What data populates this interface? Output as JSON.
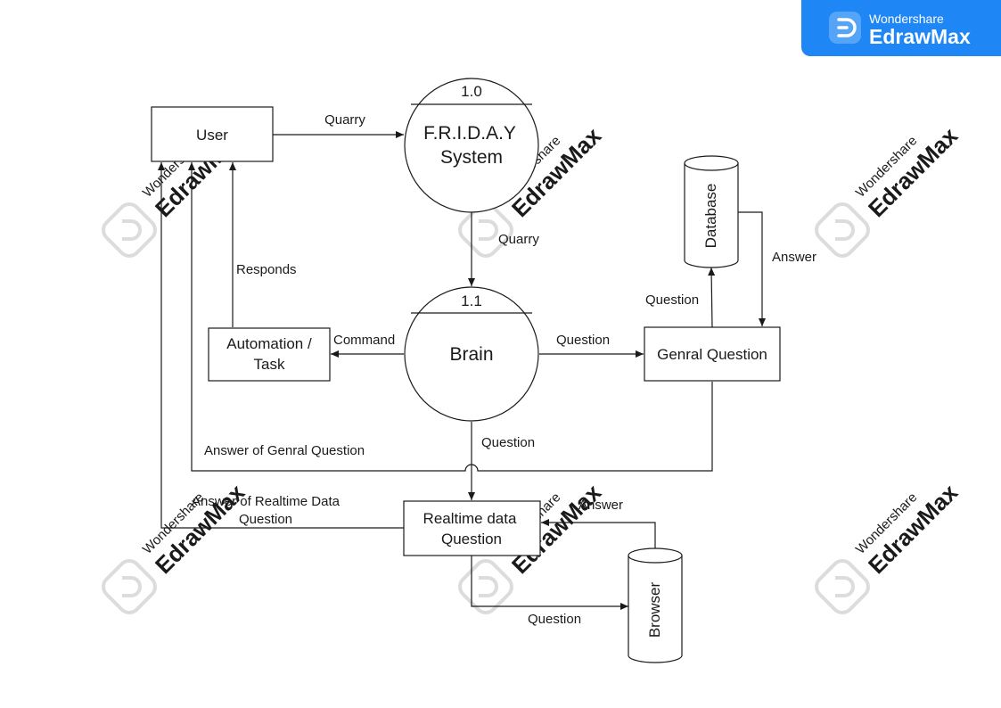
{
  "brand": {
    "small": "Wondershare",
    "big": "EdrawMax",
    "color": "#1e86f5"
  },
  "watermark": {
    "small": "Wondershare",
    "big": "EdrawMax",
    "icon": "edrawmax-logo-icon"
  },
  "nodes": {
    "user": "User",
    "friday_number": "1.0",
    "friday_line1": "F.R.I.D.A.Y",
    "friday_line2": "System",
    "brain_number": "1.1",
    "brain": "Brain",
    "automation_line1": "Automation /",
    "automation_line2": "Task",
    "general_question": "Genral Question",
    "database": "Database",
    "realtime_line1": "Realtime data",
    "realtime_line2": "Question",
    "browser": "Browser"
  },
  "edges": {
    "user_to_friday": "Quarry",
    "friday_to_brain": "Quarry",
    "automation_to_user": "Responds",
    "brain_to_automation": "Command",
    "brain_to_general": "Question",
    "general_to_database": "Question",
    "database_to_general": "Answer",
    "general_to_user": "Answer of Genral Question",
    "brain_to_realtime": "Question",
    "realtime_to_user_line1": "Answer of Realtime Data",
    "realtime_to_user_line2": "Question",
    "browser_to_realtime": "Answer",
    "realtime_to_browser": "Question"
  }
}
